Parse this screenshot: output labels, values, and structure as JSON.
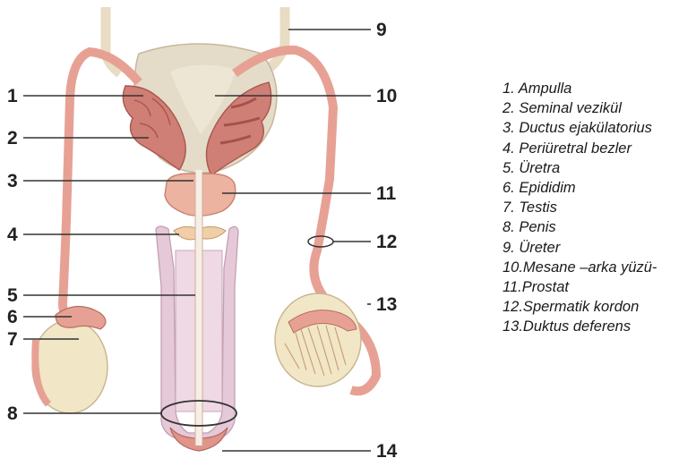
{
  "callouts": [
    {
      "n": "1"
    },
    {
      "n": "2"
    },
    {
      "n": "3"
    },
    {
      "n": "4"
    },
    {
      "n": "5"
    },
    {
      "n": "6"
    },
    {
      "n": "7"
    },
    {
      "n": "8"
    },
    {
      "n": "9"
    },
    {
      "n": "10"
    },
    {
      "n": "11"
    },
    {
      "n": "12"
    },
    {
      "n": "13"
    },
    {
      "n": "14"
    }
  ],
  "legend": [
    "1.  Ampulla",
    "2.  Seminal vezikül",
    "3.  Ductus ejakülatorius",
    "4.  Periüretral bezler",
    "5.  Üretra",
    "6.  Epididim",
    "7.  Testis",
    "8.  Penis",
    "9.  Üreter",
    "10.Mesane –arka yüzü-",
    "11.Prostat",
    "12.Spermatik kordon",
    "13.Duktus deferens"
  ],
  "colors": {
    "bladder": "#e4dcc8",
    "duct": "#e7a194",
    "vesicle": "#cf7f76",
    "prostate": "#ebb3a0",
    "penis_body": "#e6c9d8",
    "testis": "#f1e6c6",
    "glans": "#e0948a"
  }
}
